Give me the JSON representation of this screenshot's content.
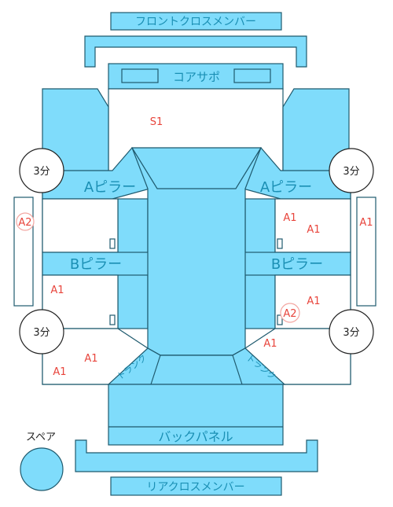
{
  "diagram": {
    "panels": {
      "front_cross_member": "フロントクロスメンバー",
      "core_support": "コアサポ",
      "a_pillar_left": "Aピラー",
      "a_pillar_right": "Aピラー",
      "b_pillar_left": "Bピラー",
      "b_pillar_right": "Bピラー",
      "back_panel": "バックパネル",
      "rear_cross_member": "リアクロスメンバー",
      "spare": "スペア",
      "trunk_left": "トランク",
      "trunk_right": "トランク"
    },
    "wheels": {
      "front_left": "3分",
      "front_right": "3分",
      "rear_left": "3分",
      "rear_right": "3分"
    },
    "markers": {
      "s1": "S1",
      "a2_left_sill": "A2",
      "a1_right_sill": "A1",
      "a1_front_right_door_1": "A1",
      "a1_front_right_door_2": "A1",
      "a1_rear_left_door": "A1",
      "a2_rear_right_door": "A2",
      "a1_rear_right_door": "A1",
      "a1_rear_right_quarter": "A1",
      "a1_rear_left_quarter_1": "A1",
      "a1_rear_left_quarter_2": "A1"
    },
    "colors": {
      "panel_fill": "#7fdcfb",
      "panel_stroke": "#1f5a6e",
      "label_color": "#1a8fb4",
      "marker_color": "#e8453c",
      "marker_circle": "#f3a7a2"
    }
  }
}
